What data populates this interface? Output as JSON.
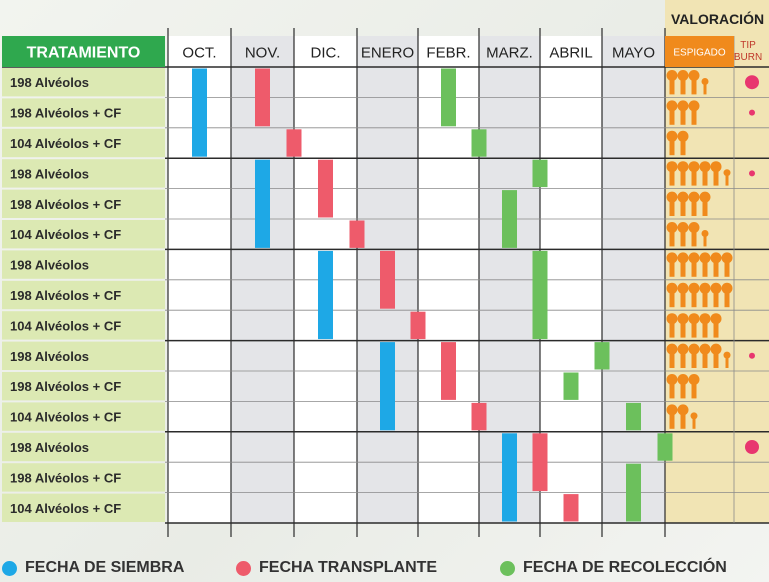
{
  "chart_data": {
    "type": "table",
    "header_treatment": "TRATAMIENTO",
    "header_valoracion": "VALORACIÓN",
    "months": [
      "OCT.",
      "NOV.",
      "DIC.",
      "ENERO",
      "FEBR.",
      "MARZ.",
      "ABRIL",
      "MAYO"
    ],
    "assessment_columns": [
      "ESPIGADO",
      "TIP BURN"
    ],
    "legend": [
      {
        "label": "FECHA DE SIEMBRA",
        "color": "#1ea8e6"
      },
      {
        "label": "FECHA TRANSPLANTE",
        "color": "#ee5b6b"
      },
      {
        "label": "FECHA DE RECOLECCIÓN",
        "color": "#6cc05c"
      }
    ],
    "colors": {
      "siembra": "#1ea8e6",
      "transplante": "#ee5b6b",
      "recoleccion": "#6cc05c",
      "header_green": "#2fa84e",
      "row_label_bg": "#dce9b3",
      "valoracion_bg": "#f1e4b4",
      "espigado": "#f08a1c",
      "tip_burn": "#e8366f"
    },
    "note": "",
    "rows": [
      {
        "label": "198 Alvéolos",
        "siembra": 0.5,
        "transplante": 1.5,
        "recoleccion": 4.5,
        "espigado": 3.5,
        "tip_burn": 2
      },
      {
        "label": "198 Alvéolos + CF",
        "siembra": 0.5,
        "transplante": 1.5,
        "recoleccion": 4.5,
        "espigado": 3,
        "tip_burn": 1
      },
      {
        "label": "104 Alvéolos + CF",
        "siembra": 0.5,
        "transplante": 2.0,
        "recoleccion": 5.0,
        "espigado": 2,
        "tip_burn": 0
      },
      {
        "label": "198 Alvéolos",
        "siembra": 1.5,
        "transplante": 2.5,
        "recoleccion": 6.0,
        "espigado": 5.5,
        "tip_burn": 1
      },
      {
        "label": "198 Alvéolos + CF",
        "siembra": 1.5,
        "transplante": 2.5,
        "recoleccion": 5.5,
        "espigado": 4,
        "tip_burn": 0
      },
      {
        "label": "104 Alvéolos + CF",
        "siembra": 1.5,
        "transplante": 3.0,
        "recoleccion": 5.5,
        "espigado": 3.5,
        "tip_burn": 0
      },
      {
        "label": "198 Alvéolos",
        "siembra": 2.5,
        "transplante": 3.5,
        "recoleccion": 6.0,
        "espigado": 6,
        "tip_burn": 0
      },
      {
        "label": "198 Alvéolos + CF",
        "siembra": 2.5,
        "transplante": 3.5,
        "recoleccion": 6.0,
        "espigado": 6,
        "tip_burn": 0
      },
      {
        "label": "104 Alvéolos + CF",
        "siembra": 2.5,
        "transplante": 4.0,
        "recoleccion": 6.0,
        "espigado": 5,
        "tip_burn": 0
      },
      {
        "label": "198 Alvéolos",
        "siembra": 3.5,
        "transplante": 4.5,
        "recoleccion": 7.0,
        "espigado": 5.5,
        "tip_burn": 1
      },
      {
        "label": "198 Alvéolos + CF",
        "siembra": 3.5,
        "transplante": 4.5,
        "recoleccion": 6.5,
        "espigado": 3,
        "tip_burn": 0
      },
      {
        "label": "104 Alvéolos + CF",
        "siembra": 3.5,
        "transplante": 5.0,
        "recoleccion": 7.5,
        "espigado": 2.5,
        "tip_burn": 0
      },
      {
        "label": "198 Alvéolos",
        "siembra": 5.5,
        "transplante": 6.0,
        "recoleccion": 8.0,
        "espigado": 0,
        "tip_burn": 2
      },
      {
        "label": "198 Alvéolos + CF",
        "siembra": 5.5,
        "transplante": 6.0,
        "recoleccion": 7.5,
        "espigado": 0,
        "tip_burn": 0
      },
      {
        "label": "104 Alvéolos + CF",
        "siembra": 5.5,
        "transplante": 6.5,
        "recoleccion": 7.5,
        "espigado": 0,
        "tip_burn": 0
      }
    ]
  }
}
